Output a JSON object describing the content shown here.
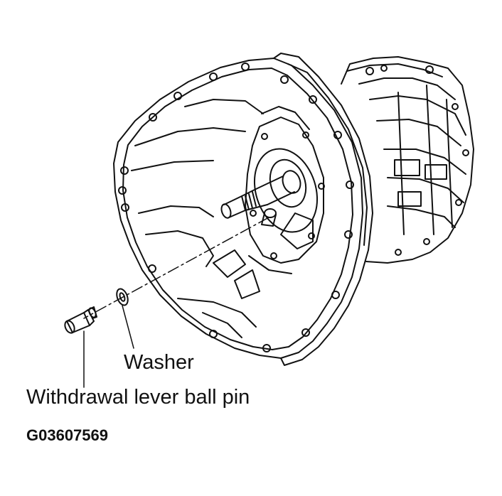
{
  "labels": {
    "washer": "Washer",
    "ball_pin": "Withdrawal lever ball pin"
  },
  "figure_code": "G03607569",
  "colors": {
    "line": "#111111",
    "background": "#ffffff"
  }
}
